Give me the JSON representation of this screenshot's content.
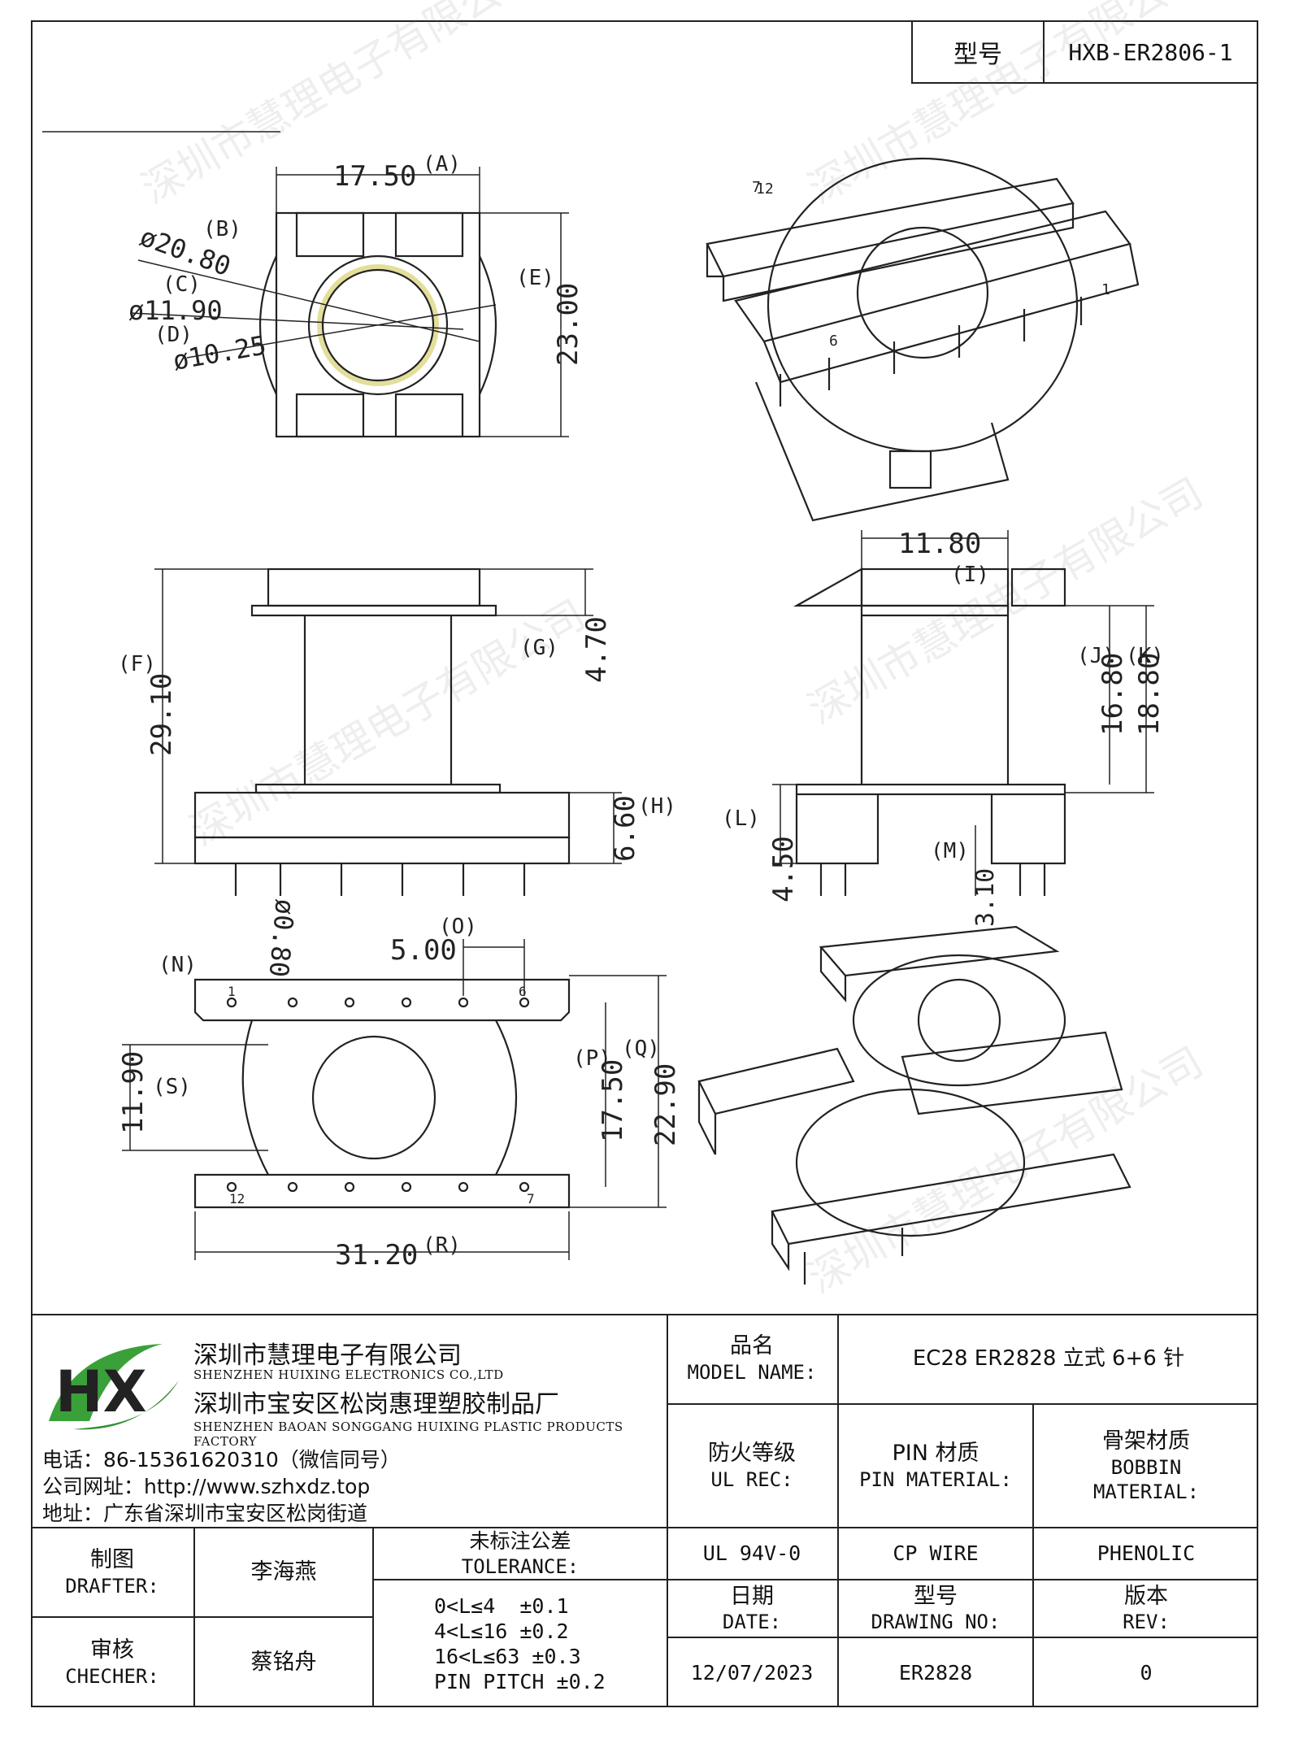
{
  "header": {
    "model_label": "型号",
    "model_value": "HXB-ER2806-1"
  },
  "watermark": "深圳市慧理电子有限公司",
  "dims": {
    "top_view": {
      "A_val": "17.50",
      "A": "(A)",
      "B_val": "ø20.80",
      "B": "(B)",
      "C_val": "ø11.90",
      "C": "(C)",
      "D_val": "ø10.25",
      "D": "(D)",
      "E_val": "23.00",
      "E": "(E)"
    },
    "front_view": {
      "F_val": "29.10",
      "F": "(F)",
      "G_val": "4.70",
      "G": "(G)",
      "H_val": "6.60",
      "H": "(H)"
    },
    "side_view": {
      "I_val": "11.80",
      "I": "(I)",
      "J_val": "16.80",
      "J": "(J)",
      "K_val": "18.80",
      "K": "(K)",
      "L_val": "4.50",
      "L": "(L)",
      "M_val": "3.10",
      "M": "(M)"
    },
    "bottom_view": {
      "N": "(N)",
      "N_val": "ø0.80",
      "O_val": "5.00",
      "O": "(O)",
      "P_val": "17.50",
      "P": "(P)",
      "Q_val": "22.90",
      "Q": "(Q)",
      "R_val": "31.20",
      "R": "(R)",
      "S_val": "11.90",
      "S": "(S)",
      "pin1": "1",
      "pin6": "6",
      "pin7": "7",
      "pin12": "12"
    },
    "iso_pins": {
      "p12": "12",
      "p7": "7",
      "p1": "1",
      "p6": "6"
    }
  },
  "company": {
    "name_cn": "深圳市慧理电子有限公司",
    "name_en": "SHENZHEN HUIXING ELECTRONICS CO.,LTD",
    "factory_cn": "深圳市宝安区松岗惠理塑胶制品厂",
    "factory_en": "SHENZHEN BAOAN SONGGANG HUIXING PLASTIC PRODUCTS FACTORY",
    "phone": "电话：86-15361620310（微信同号）",
    "website": "公司网址：http://www.szhxdz.top",
    "address": "地址：广东省深圳市宝安区松岗街道",
    "logo_text": "HX"
  },
  "title_block": {
    "model_name_cn": "品名",
    "model_name_en": "MODEL NAME:",
    "model_name_value": "EC28 ER2828 立式 6+6 针",
    "ul_cn": "防火等级",
    "ul_en": "UL REC:",
    "pin_cn": "PIN 材质",
    "pin_en": "PIN MATERIAL:",
    "bobbin_cn": "骨架材质",
    "bobbin_en1": "BOBBIN",
    "bobbin_en2": "MATERIAL:",
    "ul_value": "UL 94V-0",
    "pin_value": "CP WIRE",
    "bobbin_value": "PHENOLIC",
    "drafter_cn": "制图",
    "drafter_en": "DRAFTER:",
    "drafter_name": "李海燕",
    "checker_cn": "审核",
    "checker_en": "CHECHER:",
    "checker_name": "蔡铭舟",
    "tol_cn": "未标注公差",
    "tol_en": "TOLERANCE:",
    "tol_lines": [
      "0<L≤4  ±0.1",
      "4<L≤16 ±0.2",
      "16<L≤63 ±0.3",
      "PIN PITCH ±0.2"
    ],
    "date_cn": "日期",
    "date_en": "DATE:",
    "date_value": "12/07/2023",
    "drawing_cn": "型号",
    "drawing_en": "DRAWING NO:",
    "drawing_value": "ER2828",
    "rev_cn": "版本",
    "rev_en": "REV:",
    "rev_value": "0"
  }
}
